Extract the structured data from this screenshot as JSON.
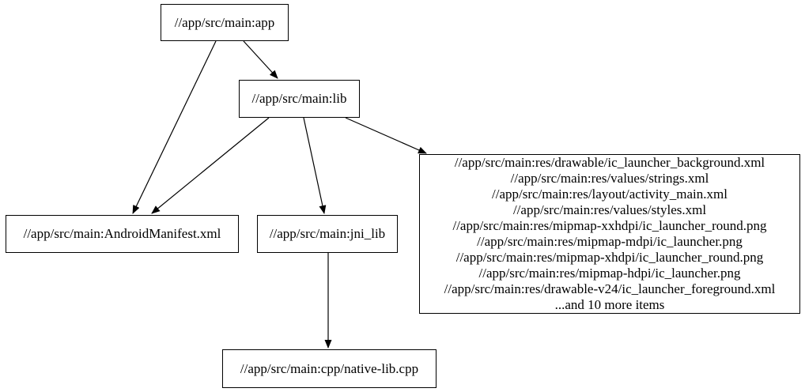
{
  "graph": {
    "nodes": {
      "app": {
        "label": "//app/src/main:app"
      },
      "lib": {
        "label": "//app/src/main:lib"
      },
      "android_manifest": {
        "label": "//app/src/main:AndroidManifest.xml"
      },
      "jni_lib": {
        "label": "//app/src/main:jni_lib"
      },
      "native_lib_cpp": {
        "label": "//app/src/main:cpp/native-lib.cpp"
      },
      "resources": {
        "lines": [
          "//app/src/main:res/drawable/ic_launcher_background.xml",
          "//app/src/main:res/values/strings.xml",
          "//app/src/main:res/layout/activity_main.xml",
          "//app/src/main:res/values/styles.xml",
          "//app/src/main:res/mipmap-xxhdpi/ic_launcher_round.png",
          "//app/src/main:res/mipmap-mdpi/ic_launcher.png",
          "//app/src/main:res/mipmap-xhdpi/ic_launcher_round.png",
          "//app/src/main:res/mipmap-hdpi/ic_launcher.png",
          "//app/src/main:res/drawable-v24/ic_launcher_foreground.xml",
          "...and 10 more items"
        ]
      }
    },
    "edges": [
      {
        "from": "app",
        "to": "lib"
      },
      {
        "from": "app",
        "to": "android_manifest"
      },
      {
        "from": "lib",
        "to": "android_manifest"
      },
      {
        "from": "lib",
        "to": "jni_lib"
      },
      {
        "from": "lib",
        "to": "resources"
      },
      {
        "from": "jni_lib",
        "to": "native_lib_cpp"
      }
    ],
    "colors": {
      "background": "#ffffff",
      "node_border": "#000000",
      "text": "#000000",
      "edge": "#000000"
    }
  }
}
